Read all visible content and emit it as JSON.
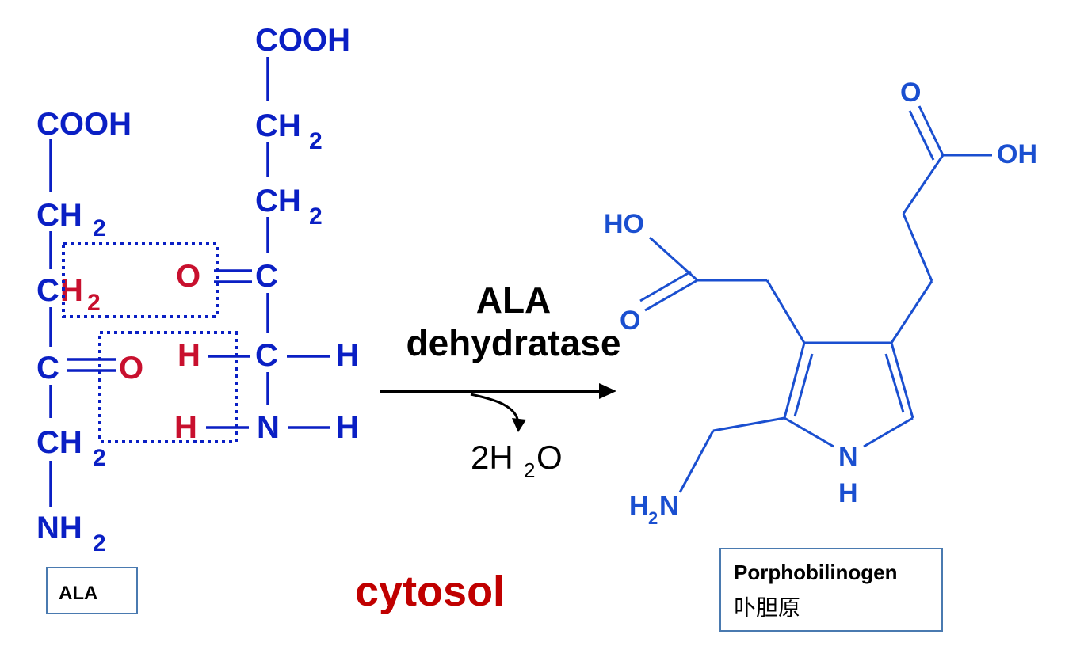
{
  "ala": {
    "cooh": "COOH",
    "ch2": "CH",
    "sub2": "2",
    "c": "C",
    "o": "O",
    "nh": "NH",
    "h": "H",
    "n": "N",
    "label": "ALA"
  },
  "reaction": {
    "enzyme_line1": "ALA",
    "enzyme_line2": "dehydratase",
    "water_prefix": "2H",
    "water_sub": "2",
    "water_suffix": "O"
  },
  "product": {
    "o": "O",
    "oh": "OH",
    "ho": "HO",
    "n": "N",
    "h": "H",
    "h2n_h": "H",
    "h2n_sub": "2",
    "h2n_n": "N",
    "label_en": "Porphobilinogen",
    "label_zh": "卟胆原"
  },
  "location": "cytosol",
  "colors": {
    "structure_blue": "#0a1fc4",
    "product_blue": "#1a4fd0",
    "highlight_red": "#c8102e",
    "arrow_black": "#000000"
  }
}
